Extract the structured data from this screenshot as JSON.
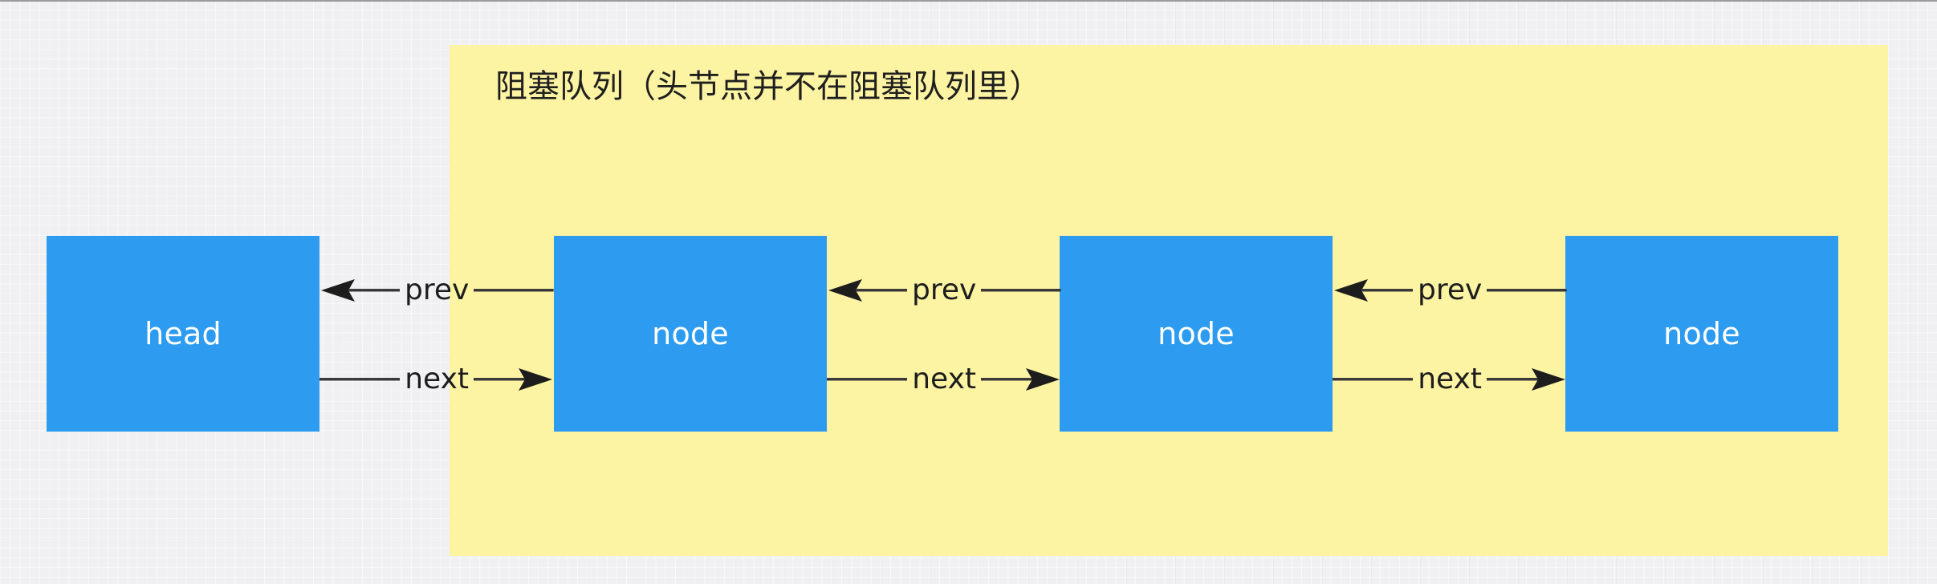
{
  "diagram": {
    "title": "阻塞队列（头节点并不在阻塞队列里）",
    "background_color": "#f0f0f2",
    "region_color": "#fcf3a3",
    "node_color": "#2d9cf0",
    "node_text_color": "#ffffff",
    "line_color": "#1d1d1d",
    "nodes": [
      {
        "label": "head",
        "in_queue": false
      },
      {
        "label": "node",
        "in_queue": true
      },
      {
        "label": "node",
        "in_queue": true
      },
      {
        "label": "node",
        "in_queue": true
      }
    ],
    "connectors": [
      {
        "prev_label": "prev",
        "next_label": "next"
      },
      {
        "prev_label": "prev",
        "next_label": "next"
      },
      {
        "prev_label": "prev",
        "next_label": "next"
      }
    ]
  }
}
